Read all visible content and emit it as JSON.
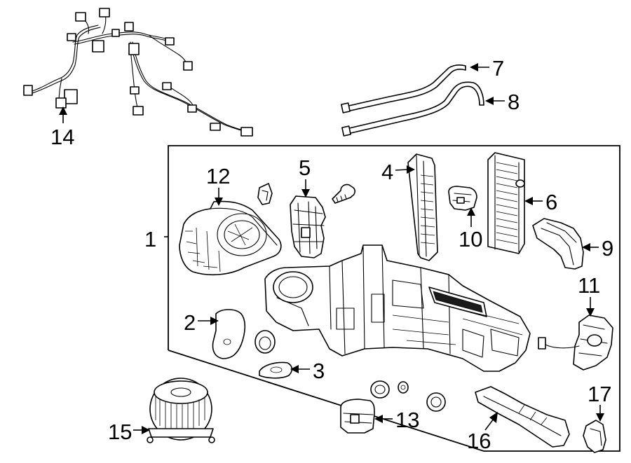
{
  "diagram_title": "",
  "callouts": [
    {
      "id": "1",
      "label": "1"
    },
    {
      "id": "2",
      "label": "2"
    },
    {
      "id": "3",
      "label": "3"
    },
    {
      "id": "4",
      "label": "4"
    },
    {
      "id": "5",
      "label": "5"
    },
    {
      "id": "6",
      "label": "6"
    },
    {
      "id": "7",
      "label": "7"
    },
    {
      "id": "8",
      "label": "8"
    },
    {
      "id": "9",
      "label": "9"
    },
    {
      "id": "10",
      "label": "10"
    },
    {
      "id": "11",
      "label": "11"
    },
    {
      "id": "12",
      "label": "12"
    },
    {
      "id": "13",
      "label": "13"
    },
    {
      "id": "14",
      "label": "14"
    },
    {
      "id": "15",
      "label": "15"
    },
    {
      "id": "16",
      "label": "16"
    },
    {
      "id": "17",
      "label": "17"
    }
  ],
  "colors": {
    "line": "#000000",
    "background": "#ffffff"
  }
}
